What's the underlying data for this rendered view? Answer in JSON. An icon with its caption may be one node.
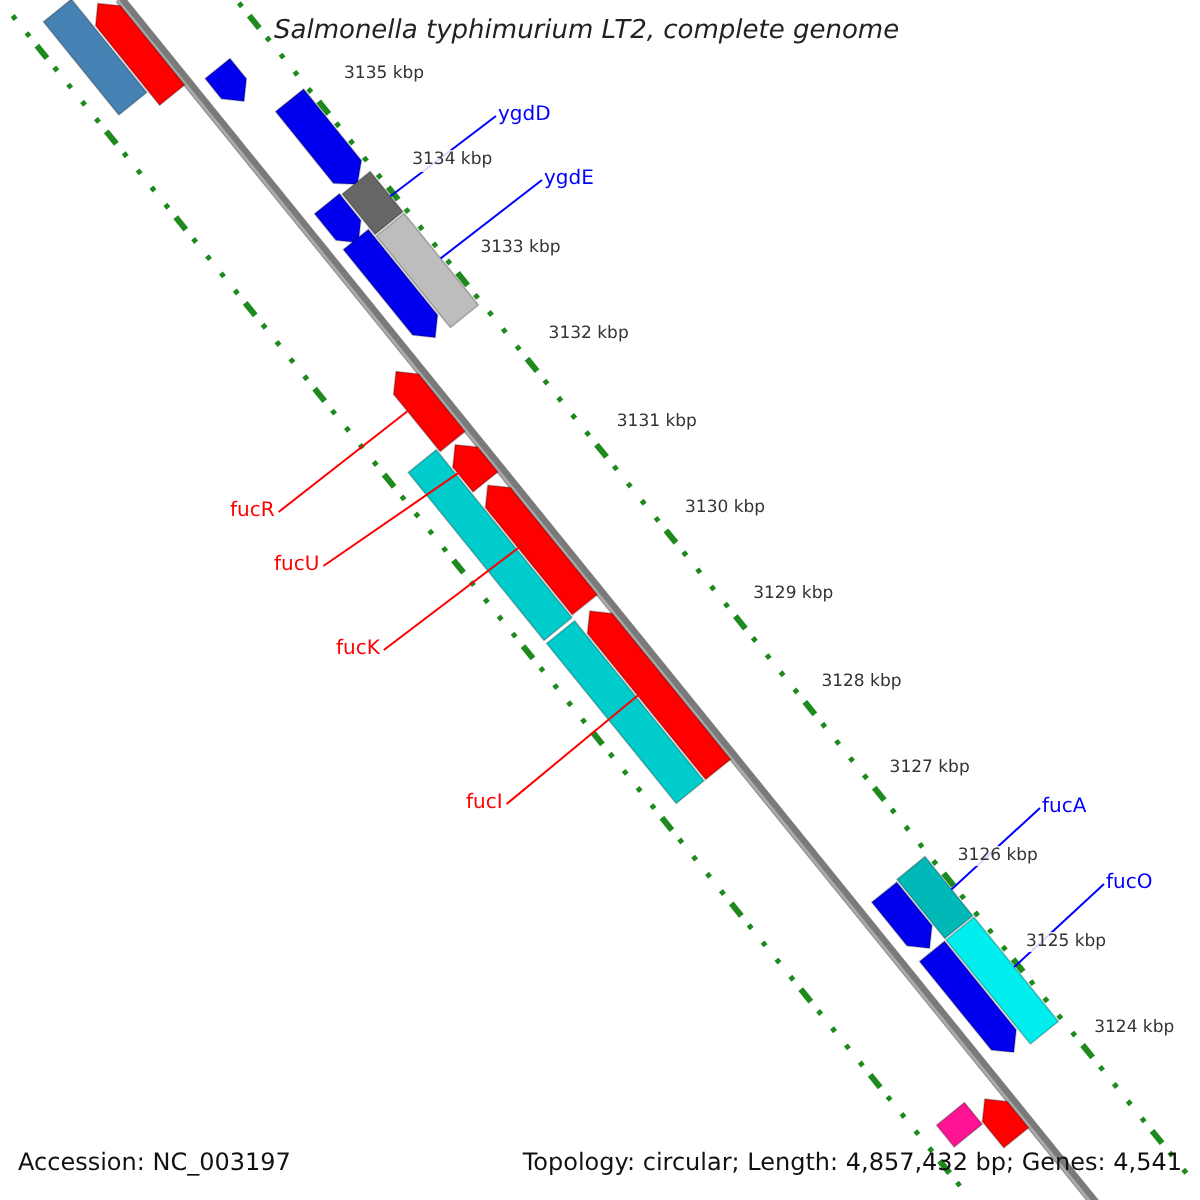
{
  "diagram": {
    "title": "Salmonella typhimurium LT2, complete genome",
    "nodes": [
      {
        "text": [
          "ygdD"
        ]
      },
      {
        "text": [
          "ygdE"
        ]
      },
      {
        "text": [
          "fucR"
        ]
      },
      {
        "text": [
          "fucU"
        ]
      },
      {
        "text": [
          "fucK"
        ]
      },
      {
        "text": [
          "fucI"
        ]
      },
      {
        "text": [
          "fucA"
        ]
      },
      {
        "text": [
          "fucO"
        ]
      },
      {
        "text": [],
        "shape": "bar"
      },
      {
        "text": [],
        "shape": "arrow"
      },
      {
        "text": [],
        "shape": "arrow"
      },
      {
        "text": [],
        "shape": "arrow"
      },
      {
        "text": [],
        "shape": "bar"
      },
      {
        "text": [],
        "shape": "arrow"
      },
      {
        "text": [],
        "shape": "arrow"
      },
      {
        "text": [],
        "shape": "bar"
      },
      {
        "text": [],
        "shape": "arrow"
      },
      {
        "text": [],
        "shape": "bar"
      },
      {
        "text": [],
        "shape": "arrow"
      },
      {
        "text": [],
        "shape": "arrow"
      },
      {
        "text": [],
        "shape": "bar"
      },
      {
        "text": [],
        "shape": "arrow"
      },
      {
        "text": [],
        "shape": "bar"
      },
      {
        "text": [],
        "shape": "arrow"
      },
      {
        "text": [],
        "shape": "bar"
      },
      {
        "text": [],
        "shape": "arrow"
      },
      {
        "text": [],
        "shape": "bar"
      },
      {
        "text": [],
        "shape": "arrow"
      }
    ],
    "edges": [
      {
        "from": 0,
        "to": 12,
        "arrow": "none",
        "color": "#0000ff"
      },
      {
        "from": 1,
        "to": 15,
        "arrow": "none",
        "color": "#0000ff"
      },
      {
        "from": 2,
        "to": 16,
        "arrow": "none",
        "color": "#ff0000"
      },
      {
        "from": 3,
        "to": 18,
        "arrow": "none",
        "color": "#ff0000"
      },
      {
        "from": 4,
        "to": 19,
        "arrow": "none",
        "color": "#ff0000"
      },
      {
        "from": 5,
        "to": 21,
        "arrow": "none",
        "color": "#ff0000"
      },
      {
        "from": 6,
        "to": 22,
        "arrow": "none",
        "color": "#0000ff"
      },
      {
        "from": 7,
        "to": 24,
        "arrow": "none",
        "color": "#0000ff"
      }
    ],
    "labels": [
      "3135 kbp",
      "3134 kbp",
      "3133 kbp",
      "3132 kbp",
      "3131 kbp",
      "3130 kbp",
      "3129 kbp",
      "3128 kbp",
      "3127 kbp",
      "3126 kbp",
      "3125 kbp",
      "3124 kbp",
      "Accession: NC_003197",
      "Topology: circular; Length: 4,857,432 bp; Genes: 4,541"
    ]
  }
}
